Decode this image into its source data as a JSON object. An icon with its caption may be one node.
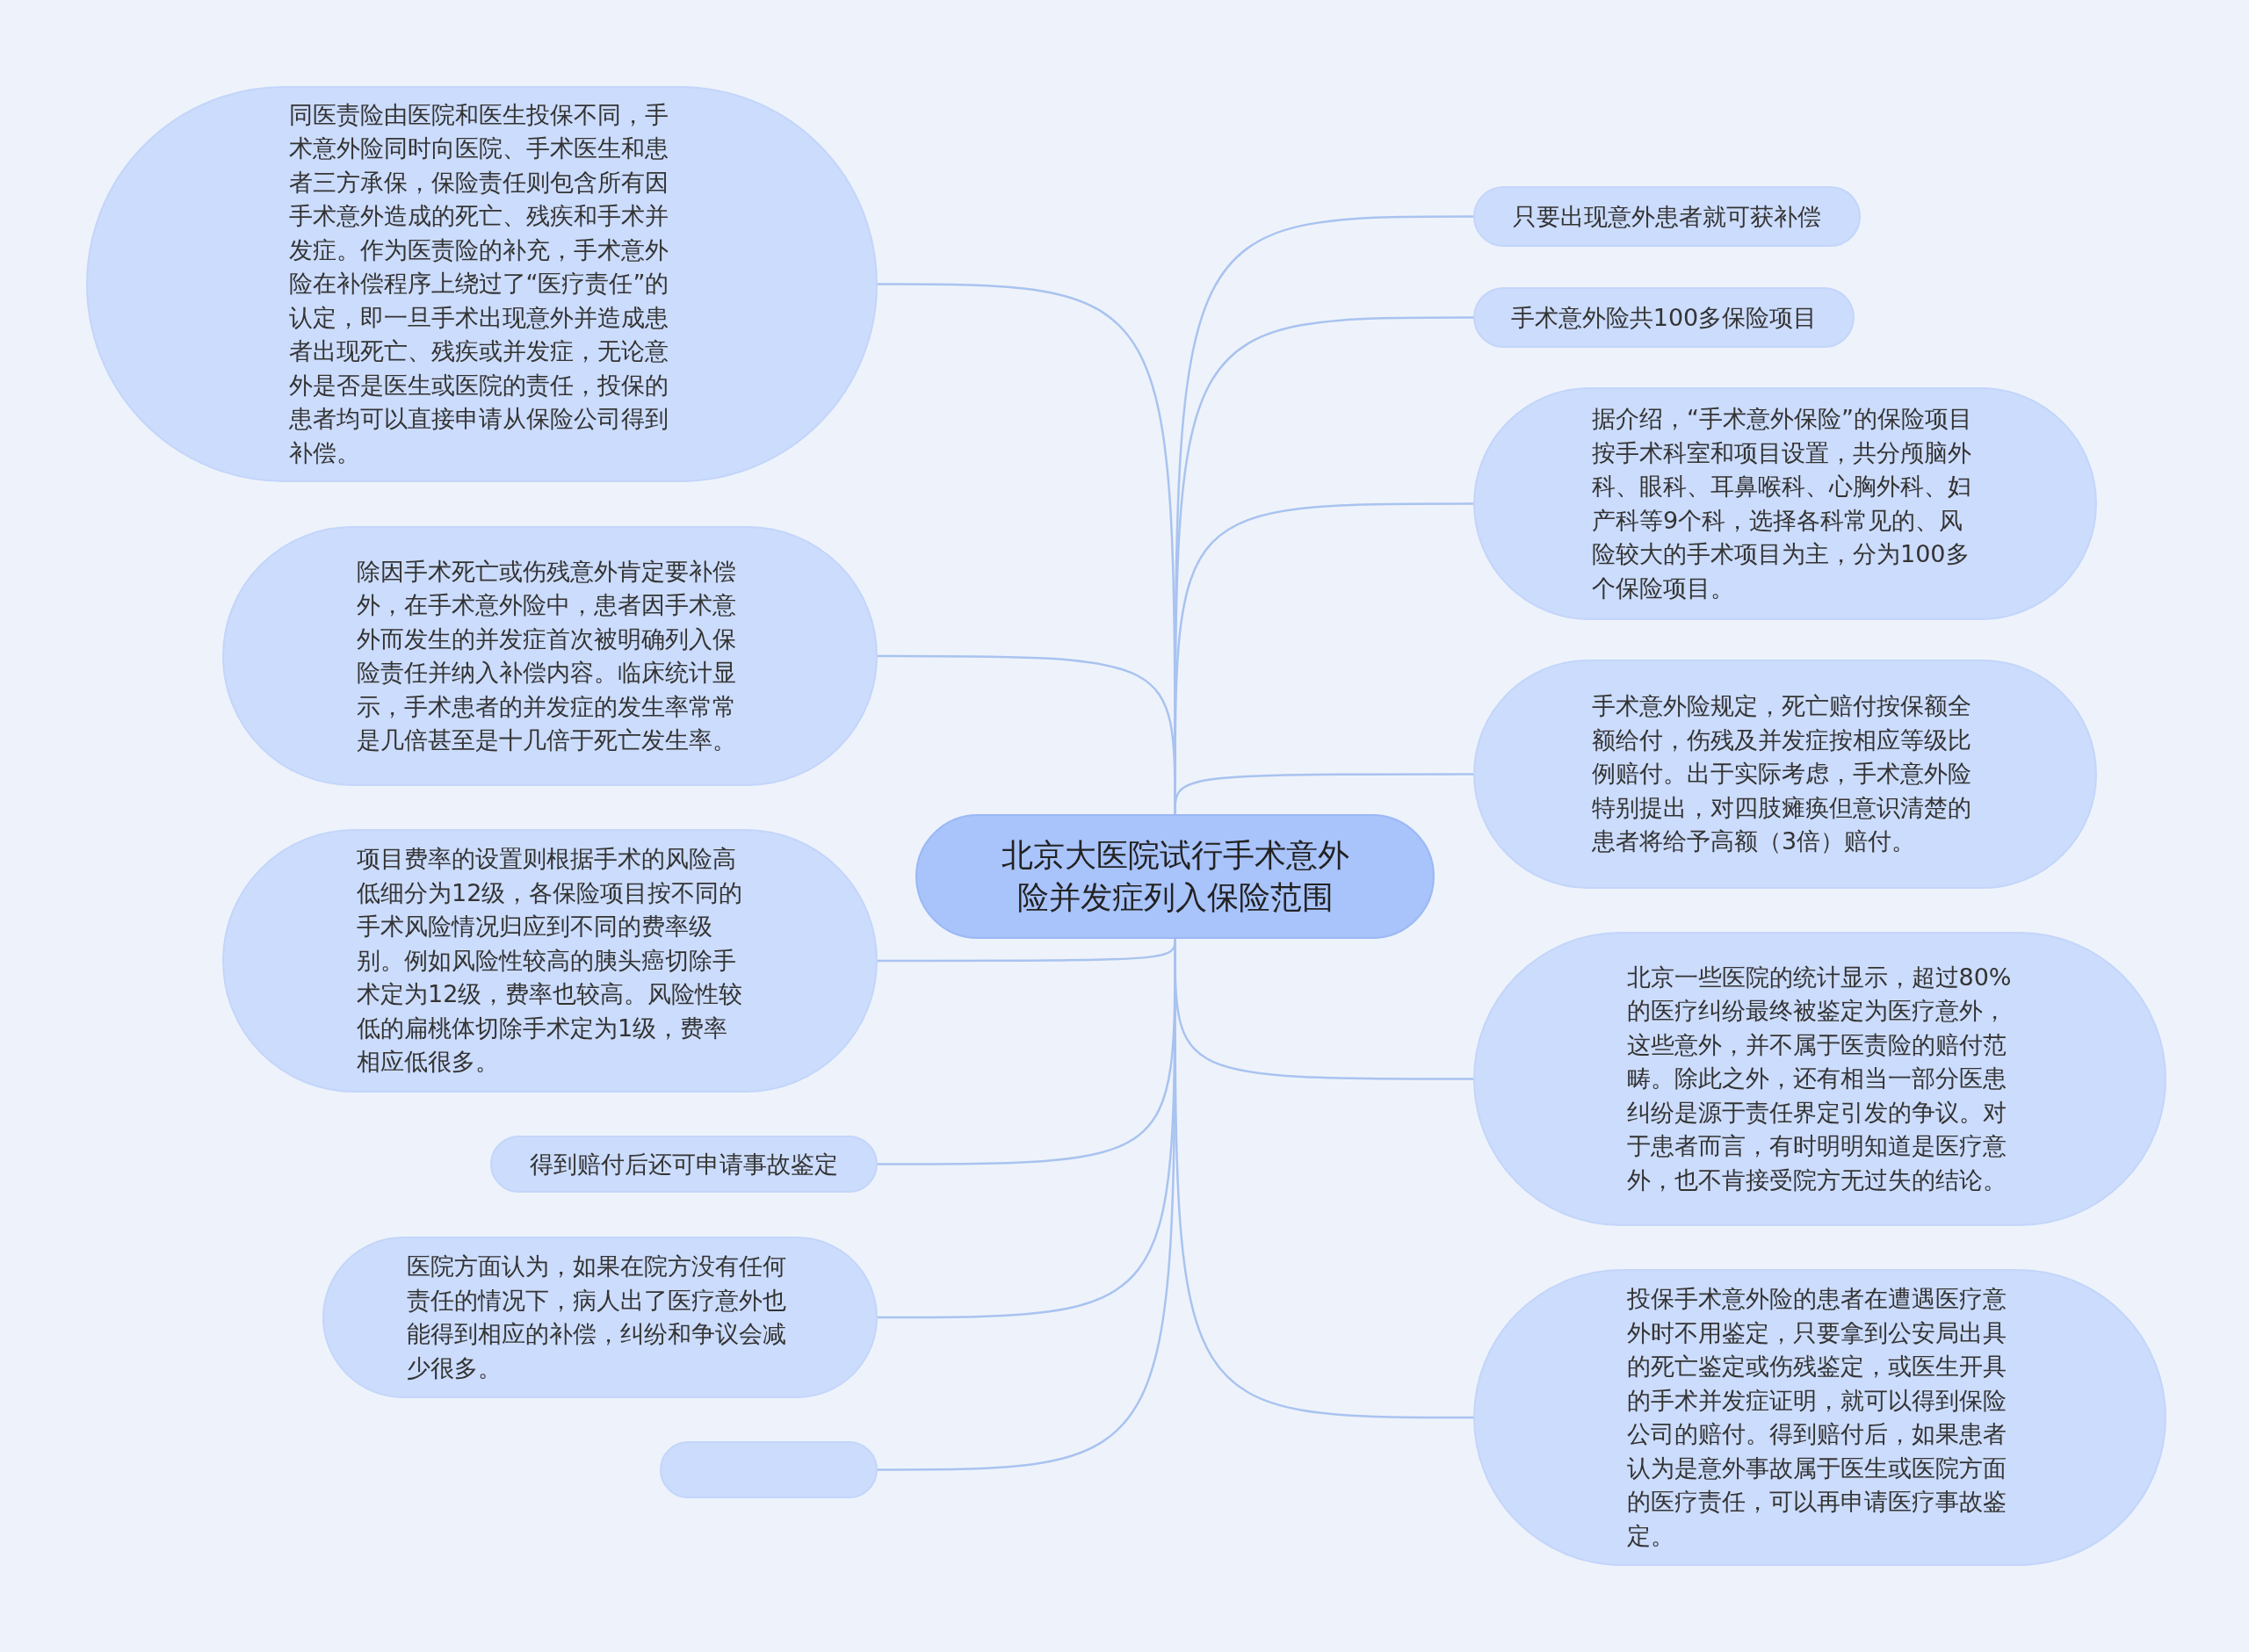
{
  "diagram": {
    "nodes": [
      {
        "text": [
          "北京大医院试行手术意外险并发症列入保险范围"
        ]
      },
      {
        "text": [
          "同医责险由医院和医生投保不同，手术意外险同时向医院、手术医生和患者三方承保，保险责任则包含所有因手术意外造成的死亡、残疾和手术并发症。作为医责险的补充，手术意外险在补偿程序上绕过了“医疗责任”的认定，即一旦手术出现意外并造成患者出现死亡、残疾或并发症，无论意外是否是医生或医院的责任，投保的患者均可以直接申请从保险公司得到补偿。"
        ]
      },
      {
        "text": [
          "除因手术死亡或伤残意外肯定要补偿外，在手术意外险中，患者因手术意外而发生的并发症首次被明确列入保险责任并纳入补偿内容。临床统计显示，手术患者的并发症的发生率常常是几倍甚至是十几倍于死亡发生率。"
        ]
      },
      {
        "text": [
          "项目费率的设置则根据手术的风险高低细分为12级，各保险项目按不同的手术风险情况归应到不同的费率级别。例如风险性较高的胰头癌切除手术定为12级，费率也较高。风险性较低的扁桃体切除手术定为1级，费率相应低很多。"
        ]
      },
      {
        "text": [
          "得到赔付后还可申请事故鉴定"
        ]
      },
      {
        "text": [
          "医院方面认为，如果在院方没有任何责任的情况下，病人出了医疗意外也能得到相应的补偿，纠纷和争议会减少很多。"
        ]
      },
      {
        "text": [],
        "shape": "box"
      },
      {
        "text": [
          "只要出现意外患者就可获补偿"
        ]
      },
      {
        "text": [
          "手术意外险共100多保险项目"
        ]
      },
      {
        "text": [
          "据介绍，“手术意外保险”的保险项目按手术科室和项目设置，共分颅脑外科、眼科、耳鼻喉科、心胸外科、妇产科等9个科，选择各科常见的、风险较大的手术项目为主，分为100多个保险项目。"
        ]
      },
      {
        "text": [
          "手术意外险规定，死亡赔付按保额全额给付，伤残及并发症按相应等级比例赔付。出于实际考虑，手术意外险特别提出，对四肢瘫痪但意识清楚的患者将给予高额（3倍）赔付。"
        ]
      },
      {
        "text": [
          "北京一些医院的统计显示，超过80%的医疗纠纷最终被鉴定为医疗意外，这些意外，并不属于医责险的赔付范畴。除此之外，还有相当一部分医患纠纷是源于责任界定引发的争议。对于患者而言，有时明明知道是医疗意外，也不肯接受院方无过失的结论。"
        ]
      },
      {
        "text": [
          "投保手术意外险的患者在遭遇医疗意外时不用鉴定，只要拿到公安局出具的死亡鉴定或伤残鉴定，或医生开具的手术并发症证明，就可以得到保险公司的赔付。得到赔付后，如果患者认为是意外事故属于医生或医院方面的医疗责任，可以再申请医疗事故鉴定。"
        ]
      }
    ],
    "edges": [
      {
        "from": 0,
        "to": 1,
        "arrow": "none"
      },
      {
        "from": 0,
        "to": 2,
        "arrow": "none"
      },
      {
        "from": 0,
        "to": 3,
        "arrow": "none"
      },
      {
        "from": 0,
        "to": 4,
        "arrow": "none"
      },
      {
        "from": 0,
        "to": 5,
        "arrow": "none"
      },
      {
        "from": 0,
        "to": 6,
        "arrow": "none"
      },
      {
        "from": 0,
        "to": 7,
        "arrow": "none"
      },
      {
        "from": 0,
        "to": 8,
        "arrow": "none"
      },
      {
        "from": 0,
        "to": 9,
        "arrow": "none"
      },
      {
        "from": 0,
        "to": 10,
        "arrow": "none"
      },
      {
        "from": 0,
        "to": 11,
        "arrow": "none"
      },
      {
        "from": 0,
        "to": 12,
        "arrow": "none"
      }
    ]
  }
}
